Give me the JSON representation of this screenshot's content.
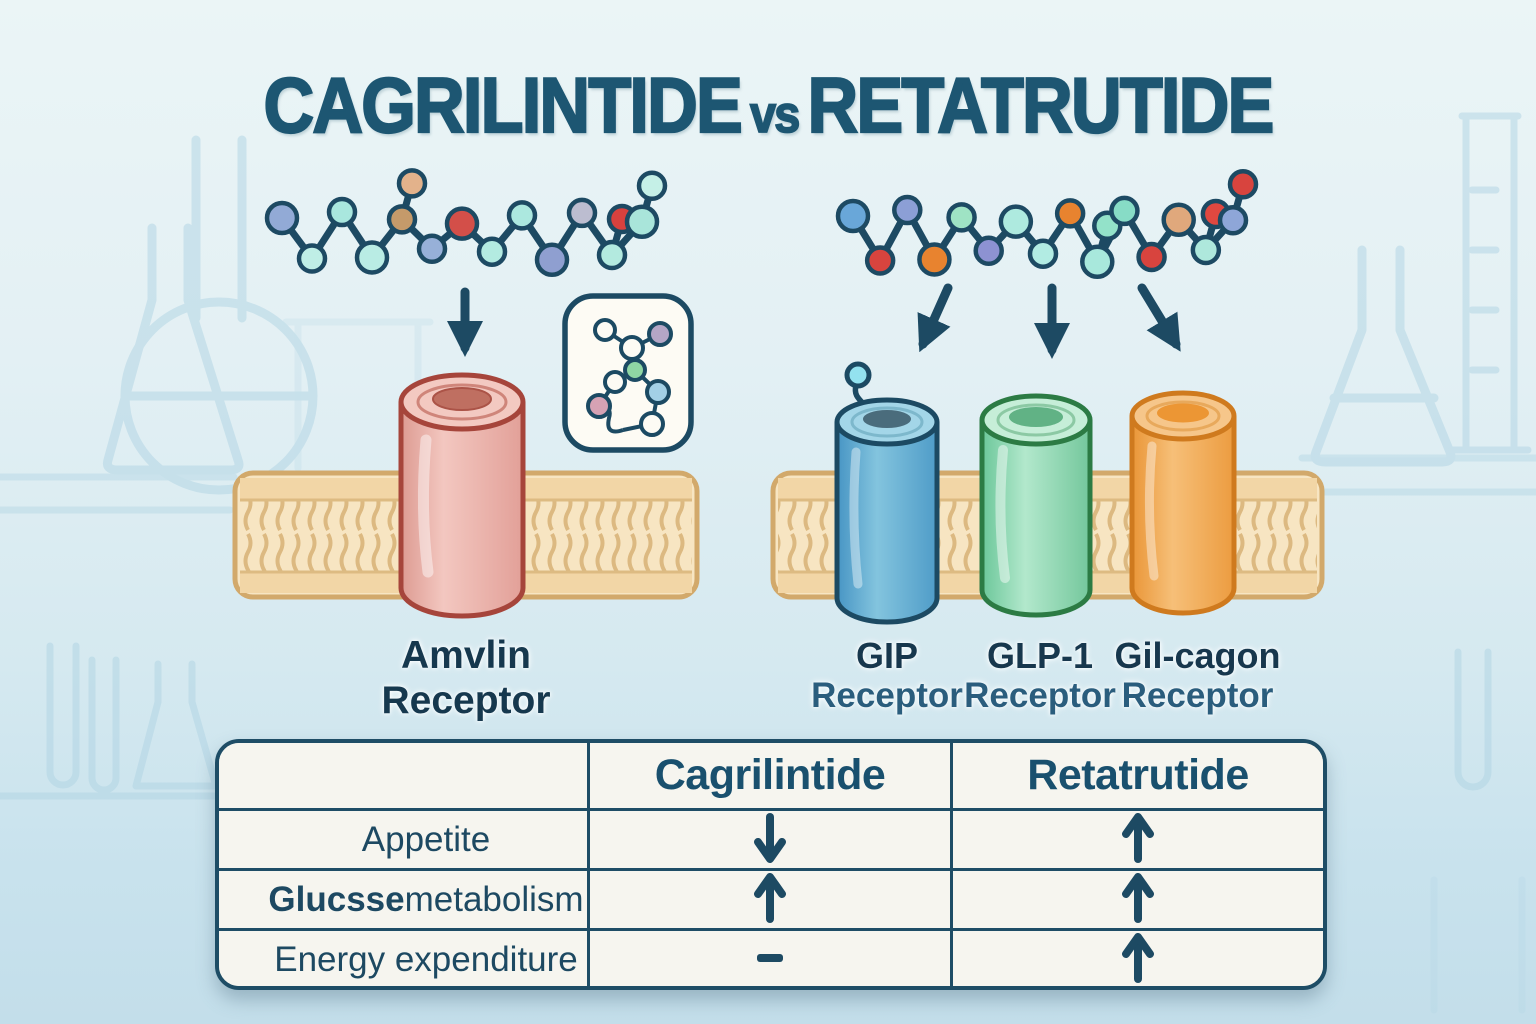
{
  "title": {
    "left": "CAGRILINTIDE",
    "separator": "vs",
    "right": "RETATRUTIDE"
  },
  "diagram": {
    "left": {
      "receptor_name": "Amvlin",
      "receptor_type": "Receptor",
      "receptor_color": "#e9aca4",
      "peptide_bead_colors": [
        "#92aad6",
        "#bfeee6",
        "#a9e7de",
        "#b9ece4",
        "#c59a6a",
        "#97b0d8",
        "#d34f49",
        "#b3ebe1",
        "#ace8df",
        "#8f9fd0",
        "#bcbdd0",
        "#b3eadf",
        "#a9e5da"
      ],
      "peptide_offshoots": [
        {
          "index": 4,
          "color": "#e3b28b"
        },
        {
          "index": 11,
          "color": "#d8413e"
        },
        {
          "index": 12,
          "color": "#c5f0e7"
        }
      ]
    },
    "right": {
      "receptors": [
        {
          "name": "GIP",
          "type": "Receptor",
          "color": "#5ea9d0"
        },
        {
          "name": "GLP-1",
          "type": "Receptor",
          "color": "#86d0a4"
        },
        {
          "name": "Gil-cagon",
          "type": "Receptor",
          "color": "#f0a24c"
        }
      ],
      "peptide_bead_colors": [
        "#69a7d9",
        "#d8443e",
        "#8c9fd6",
        "#e8832f",
        "#9fe3c4",
        "#8d92d2",
        "#aeeadf",
        "#b2ece3",
        "#e8832f",
        "#a8e8dc",
        "#87dcc6",
        "#d8443e",
        "#e0a87c",
        "#aee8dc",
        "#8ea6d8"
      ],
      "peptide_offshoots": [
        {
          "index": 9,
          "color": "#93e2c9"
        },
        {
          "index": 13,
          "color": "#e04840"
        },
        {
          "index": 14,
          "color": "#d8443e"
        }
      ]
    },
    "membrane_color": "#f2d6a6",
    "arrow_color": "#1d4a63"
  },
  "comparison_table": {
    "columns": [
      "Cagrilintide",
      "Retatrutide"
    ],
    "rows": [
      {
        "label_bold": "",
        "label": "Appetite",
        "cells": [
          "down",
          "up"
        ]
      },
      {
        "label_bold": "Glucsse",
        "label": " metabolism",
        "cells": [
          "up",
          "up"
        ]
      },
      {
        "label_bold": "",
        "label": "Energy expenditure",
        "cells": [
          "flat",
          "up"
        ]
      }
    ]
  }
}
